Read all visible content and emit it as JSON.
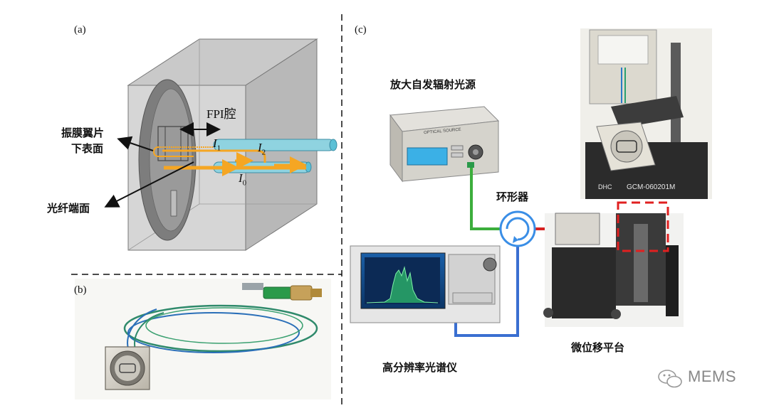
{
  "panels": {
    "a": "(a)",
    "b": "(b)",
    "c": "(c)"
  },
  "panel_a": {
    "fpi_label": "FPI腔",
    "diaphragm_label_line1": "振膜翼片",
    "diaphragm_label_line2": "下表面",
    "fiber_end_label": "光纤端面",
    "i1": "I",
    "i1_sub": "1",
    "i2": "I",
    "i2_sub": "2",
    "i0": "I",
    "i0_sub": "0"
  },
  "panel_c": {
    "ase_label": "放大自发辐射光源",
    "ase_device_text": "OPTICAL SOURCE",
    "circulator_label": "环形器",
    "osa_label": "高分辨率光谱仪",
    "stage_label": "微位移平台",
    "stage_brand": "GCM-060201M",
    "stage_logo": "DHC"
  },
  "watermark": {
    "text": "MEMS"
  },
  "colors": {
    "fiber_orange": "#f5a623",
    "fiber_cyan": "#5bc0d6",
    "green_fiber": "#3cae3c",
    "red_fiber": "#d62020",
    "blue_fiber": "#3a6fd1",
    "highlight_box": "#e02020"
  }
}
